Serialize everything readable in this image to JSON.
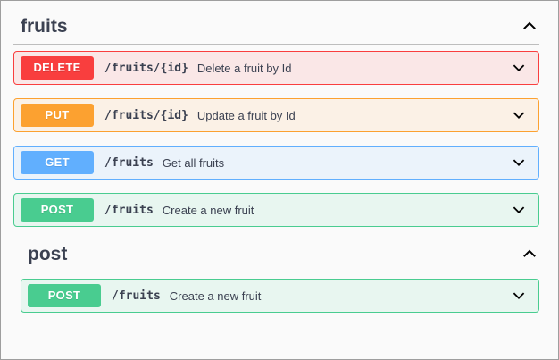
{
  "theme": {
    "page_background": "#fafafa",
    "page_border": "#9e9e9e",
    "title_color": "#3b4151",
    "divider_color": "#bdbdbd",
    "methods": {
      "delete": {
        "badge": "#f93e3e",
        "row_background": "#fae7e7",
        "row_border": "#f93e3e"
      },
      "put": {
        "badge": "#fca130",
        "row_background": "#fbf1e6",
        "row_border": "#fca130"
      },
      "get": {
        "badge": "#61affe",
        "row_background": "#ebf3fb",
        "row_border": "#61affe"
      },
      "post": {
        "badge": "#49cc90",
        "row_background": "#e8f6f0",
        "row_border": "#49cc90"
      }
    }
  },
  "sections": [
    {
      "title": "fruits",
      "collapse_icon": "chevron-up-icon",
      "expanded": true,
      "operations": [
        {
          "method": "DELETE",
          "method_key": "delete",
          "path": "/fruits/{id}",
          "summary": "Delete a fruit by Id",
          "expand_icon": "chevron-down-icon",
          "expanded": false
        },
        {
          "method": "PUT",
          "method_key": "put",
          "path": "/fruits/{id}",
          "summary": "Update a fruit by Id",
          "expand_icon": "chevron-down-icon",
          "expanded": false
        },
        {
          "method": "GET",
          "method_key": "get",
          "path": "/fruits",
          "summary": "Get all fruits",
          "expand_icon": "chevron-down-icon",
          "expanded": false
        },
        {
          "method": "POST",
          "method_key": "post",
          "path": "/fruits",
          "summary": "Create a new fruit",
          "expand_icon": "chevron-down-icon",
          "expanded": false
        }
      ]
    },
    {
      "title": "post",
      "collapse_icon": "chevron-up-icon",
      "expanded": true,
      "operations": [
        {
          "method": "POST",
          "method_key": "post",
          "path": "/fruits",
          "summary": "Create a new fruit",
          "expand_icon": "chevron-down-icon",
          "expanded": false
        }
      ]
    }
  ]
}
